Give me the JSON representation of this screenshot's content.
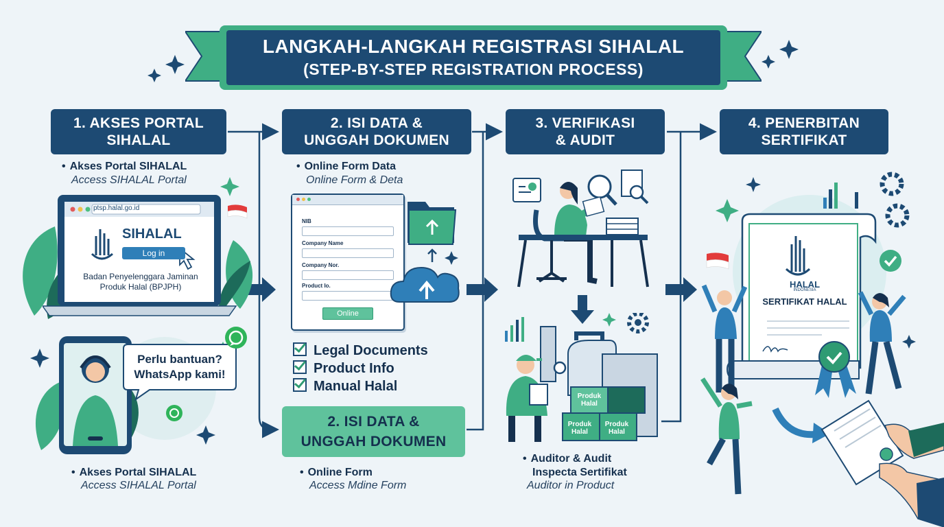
{
  "title": {
    "line1": "LANGKAH-LANGKAH REGISTRASI SIHALAL",
    "line2": "(STEP-BY-STEP REGISTRATION PROCESS)"
  },
  "steps": [
    {
      "label_line1": "1. AKSES PORTAL",
      "label_line2": "SIHALAL"
    },
    {
      "label_line1": "2. ISI DATA &",
      "label_line2": "UNGGAH DOKUMEN"
    },
    {
      "label_line1": "3. VERIFIKASI",
      "label_line2": "& AUDIT"
    },
    {
      "label_line1": "4. PENERBITAN",
      "label_line2": "SERTIFIKAT"
    }
  ],
  "step1": {
    "bullet_top": "Akses Portal SIHALAL",
    "sub_top": "Access SIHALAL Portal",
    "url": "ptsp.halal.go.id",
    "brand": "SIHALAL",
    "login_button": "Log in",
    "agency_line1": "Badan Penyelenggara Jaminan",
    "agency_line2": "Produk Halal (BPJPH)",
    "help_line1": "Perlu bantuan?",
    "help_line2": "WhatsApp kami!",
    "bullet_bottom": "Akses Portal SIHALAL",
    "sub_bottom": "Access SIHALAL Portal"
  },
  "step2": {
    "bullet_top": "Online Form Data",
    "sub_top": "Online Form & Deta",
    "form_fields": [
      "NIB",
      "Company Name",
      "Company Nor.",
      "Product Io."
    ],
    "form_button": "Online",
    "checklist": [
      "Legal Documents",
      "Product Info",
      "Manual Halal"
    ],
    "box2_line1": "2. ISI DATA &",
    "box2_line2": "UNGGAH DOKUMEN",
    "bullet_bottom": "Online Form",
    "sub_bottom": "Access Mdine Form"
  },
  "step3": {
    "crate_label": "Produk Halal",
    "bullet_line1": "Auditor & Audit",
    "bullet_line2": "Inspecta Sertifikat",
    "sub": "Auditor in Product"
  },
  "step4": {
    "cert_brand": "HALAL",
    "cert_country": "INDONESIA",
    "cert_title": "SERTIFIKAT HALAL"
  },
  "colors": {
    "navy": "#1d4a73",
    "green": "#3fae84",
    "light_green": "#5fc29c",
    "background": "#eef4f8"
  }
}
